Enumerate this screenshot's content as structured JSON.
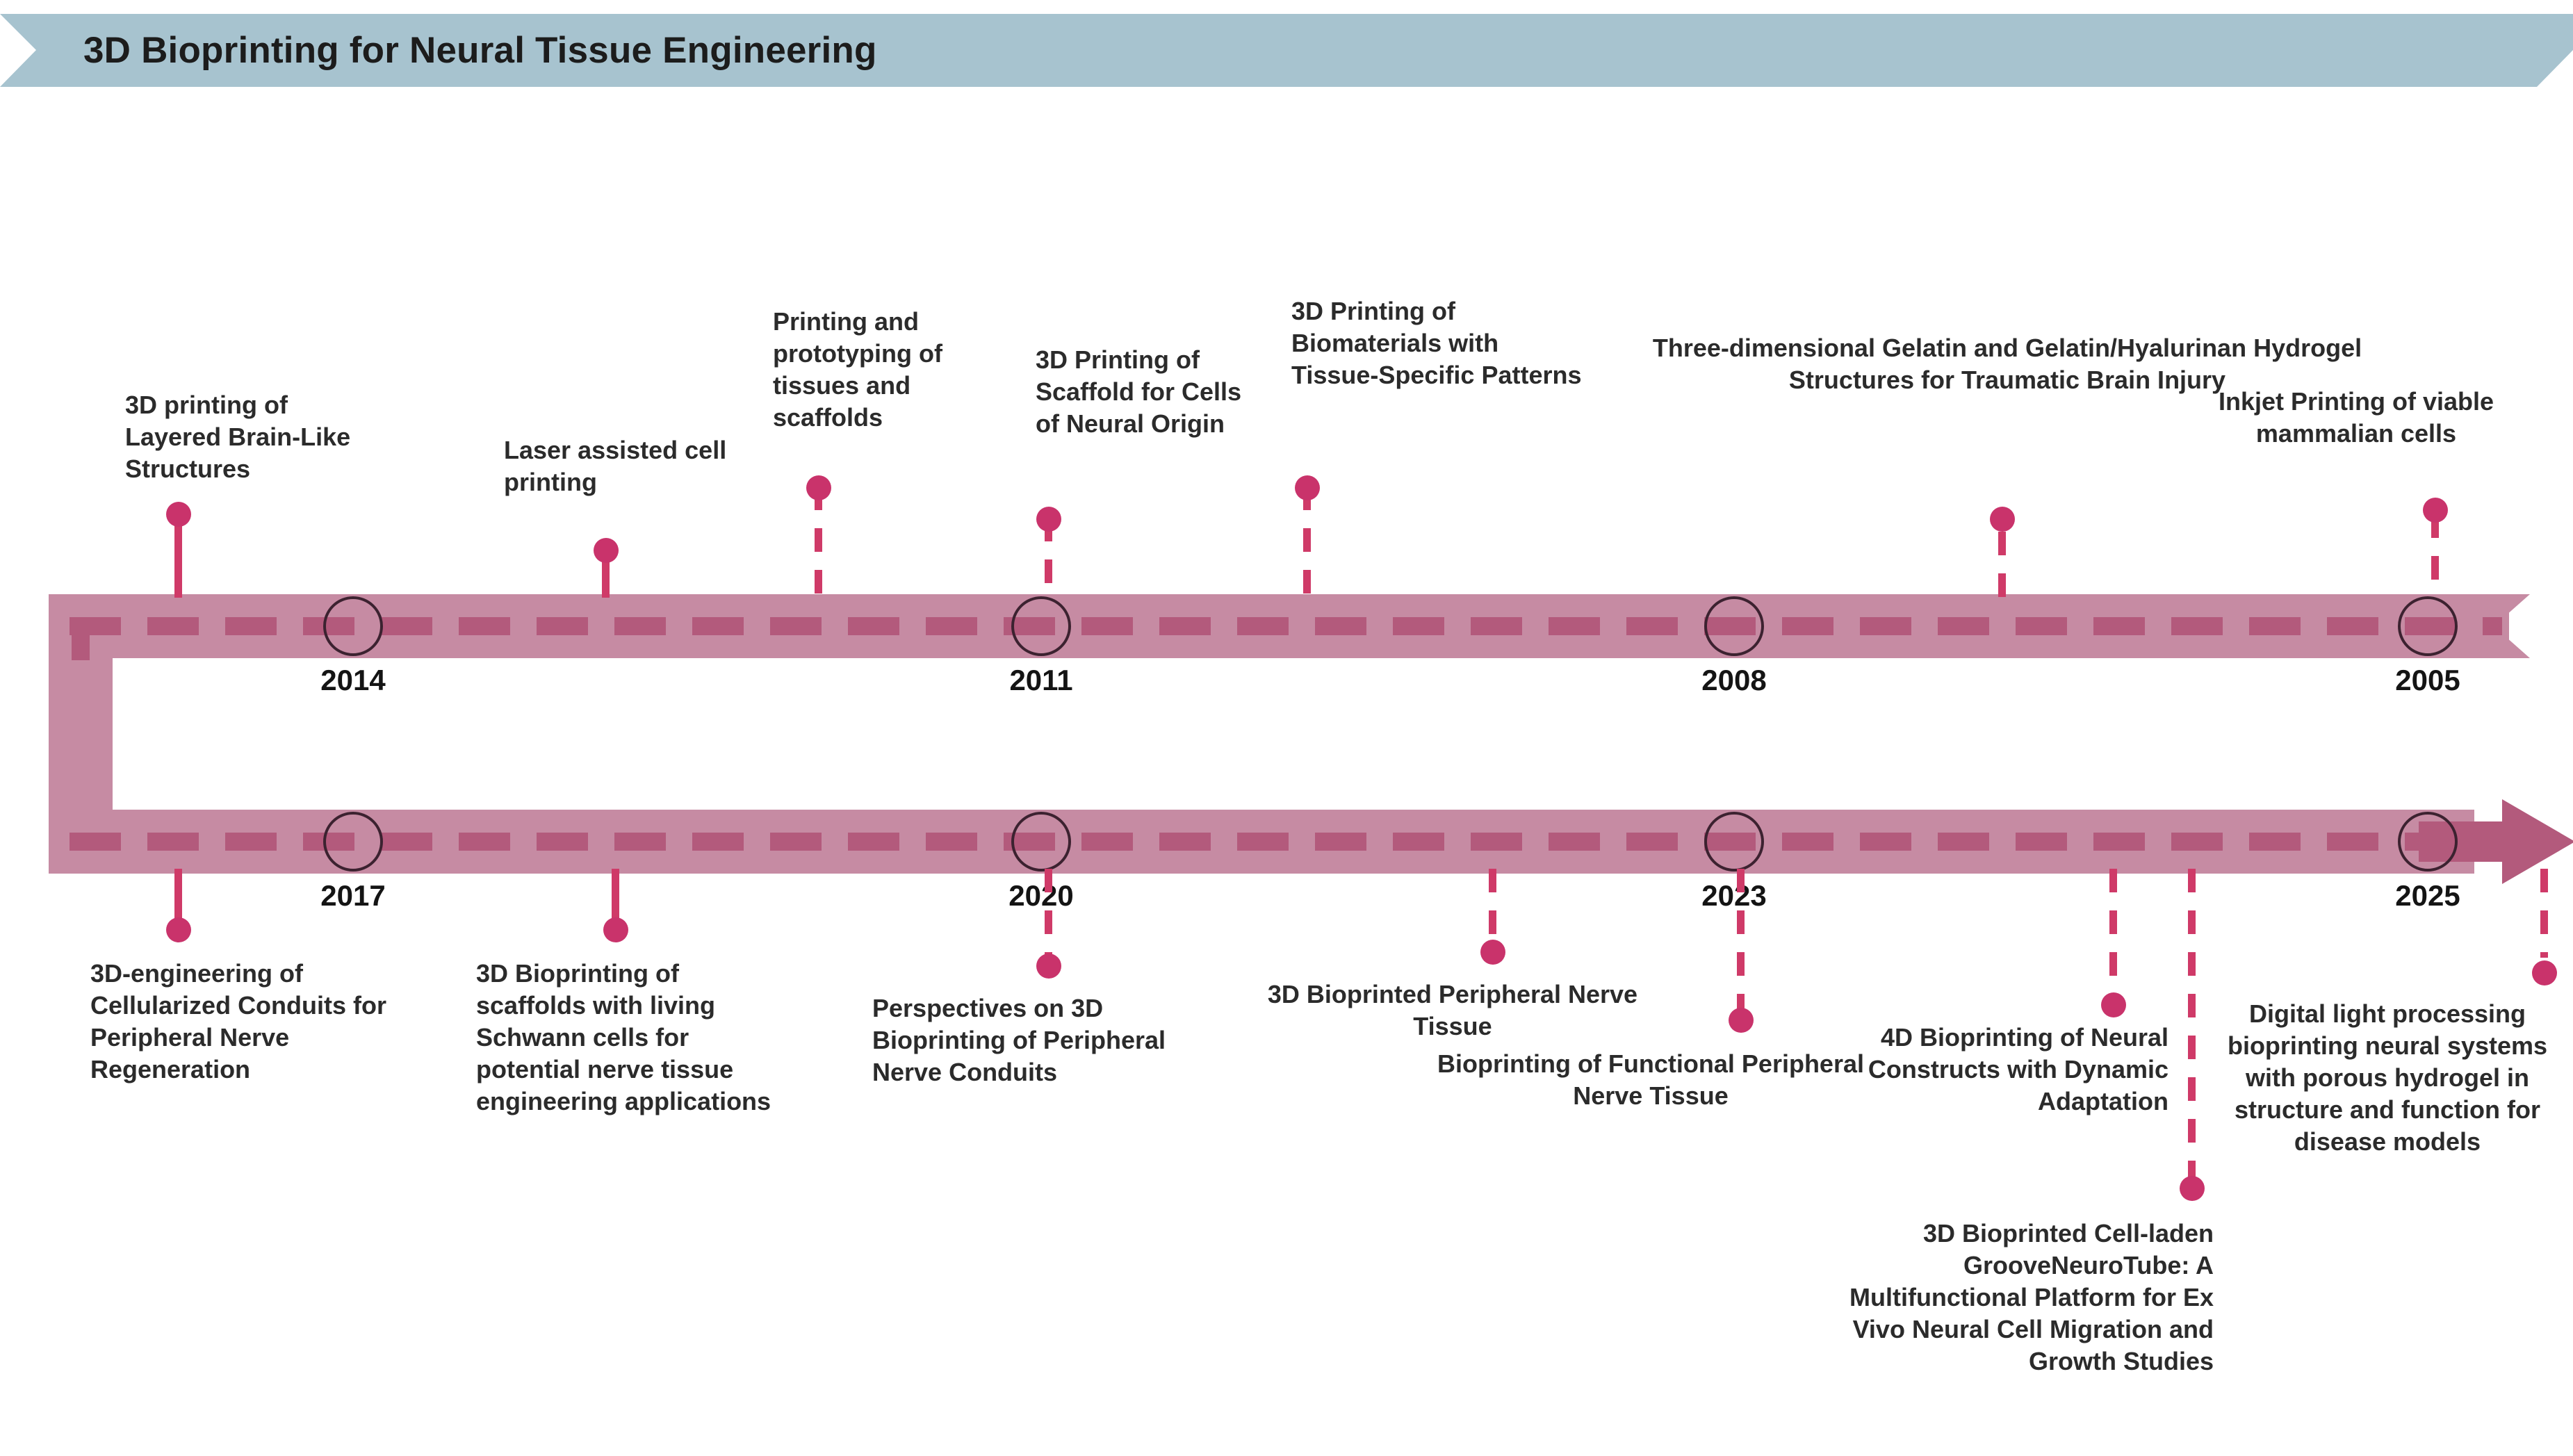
{
  "banner": {
    "title": "3D Bioprinting for Neural Tissue Engineering"
  },
  "colors": {
    "banner_bg": "#a7c3cf",
    "band": "#c68ba3",
    "band_dash": "#b35a7c",
    "arrow": "#b35a7c",
    "pin": "#c9336b",
    "text": "#2b2b2b"
  },
  "timeline": {
    "direction_note": "serpentine: top row runs right-to-left, bottom row runs left-to-right",
    "years_top": [
      {
        "label": "2005"
      },
      {
        "label": "2008"
      },
      {
        "label": "2011"
      },
      {
        "label": "2014"
      }
    ],
    "years_bottom": [
      {
        "label": "2017"
      },
      {
        "label": "2020"
      },
      {
        "label": "2023"
      },
      {
        "label": "2025"
      }
    ]
  },
  "events_top": [
    {
      "text": "3D printing of Layered Brain-Like Structures"
    },
    {
      "text": "Laser assisted cell printing"
    },
    {
      "text": "Printing and prototyping of tissues and scaffolds"
    },
    {
      "text": "3D Printing of Scaffold for Cells of Neural Origin"
    },
    {
      "text": "3D Printing of Biomaterials with Tissue-Specific Patterns"
    },
    {
      "text": "Three-dimensional Gelatin and Gelatin/Hyalurinan Hydrogel Structures for Traumatic Brain Injury"
    },
    {
      "text": "Inkjet Printing of viable mammalian cells"
    }
  ],
  "events_bottom": [
    {
      "text": "3D-engineering of Cellularized Conduits for Peripheral Nerve Regeneration"
    },
    {
      "text": "3D Bioprinting of scaffolds with living Schwann cells for potential nerve tissue engineering applications"
    },
    {
      "text": "Perspectives on 3D Bioprinting of Peripheral Nerve Conduits"
    },
    {
      "text": "3D Bioprinted Peripheral Nerve Tissue"
    },
    {
      "text": "Bioprinting of Functional Peripheral Nerve Tissue"
    },
    {
      "text": "4D Bioprinting of Neural Constructs with Dynamic Adaptation"
    },
    {
      "text": "3D Bioprinted Cell-laden GrooveNeuroTube: A Multifunctional Platform for Ex Vivo Neural Cell Migration and Growth Studies"
    },
    {
      "text": "Digital light processing bioprinting neural systems with porous hydrogel in structure and function for disease models"
    }
  ]
}
